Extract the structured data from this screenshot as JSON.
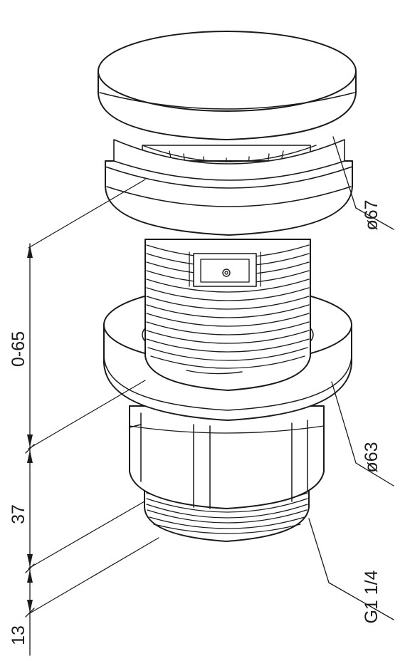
{
  "colors": {
    "line": "#1a1a1a",
    "background": "#ffffff"
  },
  "dimensions": {
    "cap_diameter": "ø67",
    "flange_diameter": "ø63",
    "thread_size": "G1 1/4",
    "adjust_range": "0-65",
    "body_height": "37",
    "thread_length": "13"
  }
}
